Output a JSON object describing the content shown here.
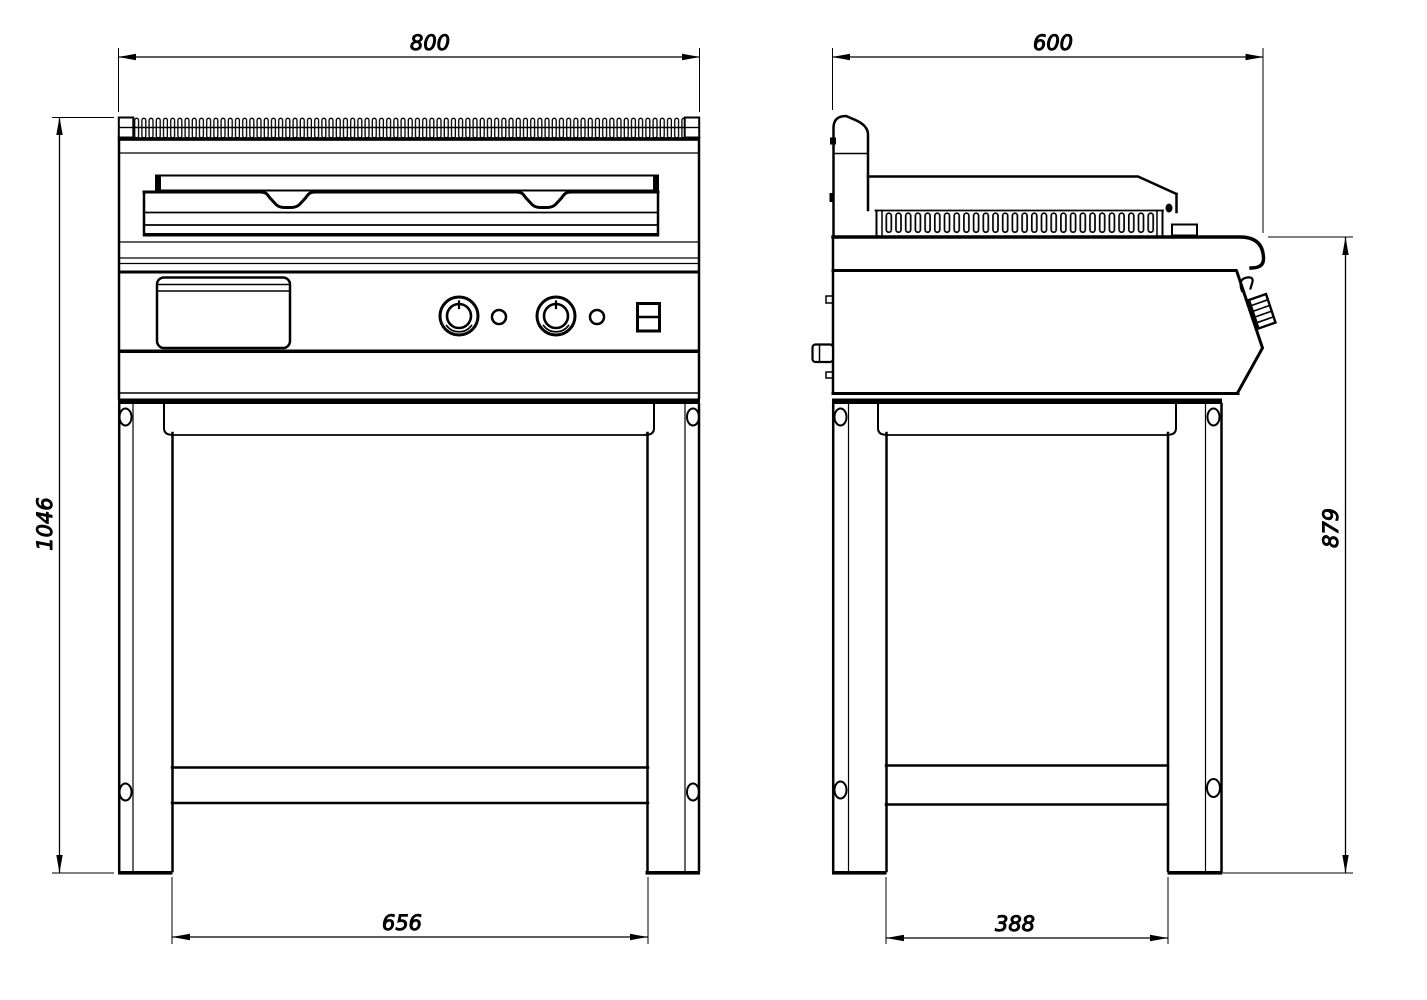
{
  "drawing": {
    "type": "technical-dimension-drawing",
    "subject": "commercial grill / vapor chargrill on open stand, front and side orthographic views",
    "line_color": "#000000",
    "background_color": "#ffffff",
    "views": {
      "front_view": {
        "dimensions": {
          "overall_width_mm": "800",
          "overall_height_mm": "1046",
          "stand_inner_width_mm": "656"
        }
      },
      "side_view": {
        "dimensions": {
          "overall_depth_mm": "600",
          "body_height_mm": "879",
          "stand_inner_depth_mm": "388"
        }
      }
    }
  },
  "dimensions": {
    "front_width": "800",
    "front_overall_height": "1046",
    "front_base_width": "656",
    "side_depth": "600",
    "side_height": "879",
    "side_base_depth": "388"
  }
}
